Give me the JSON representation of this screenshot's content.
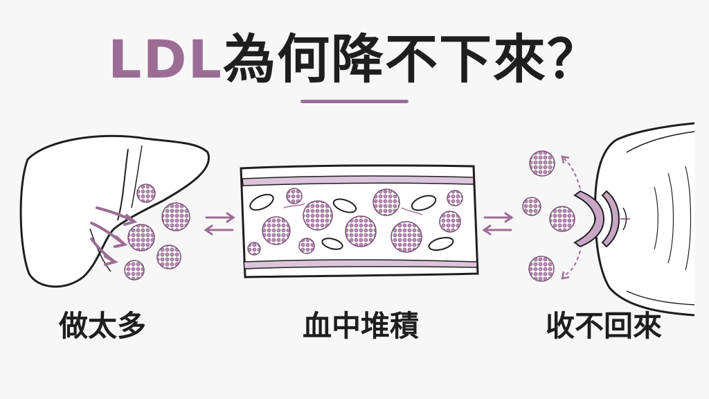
{
  "title": {
    "accent": "LDL",
    "rest": "為何降不下來？"
  },
  "stages": [
    {
      "caption": "做太多",
      "icon": "liver-icon"
    },
    {
      "caption": "血中堆積",
      "icon": "blood-vessel-icon"
    },
    {
      "caption": "收不回來",
      "icon": "cell-receptor-icon"
    }
  ],
  "colors": {
    "accent": "#9b6d95",
    "particle": "#c9a6c6",
    "ink": "#1e1e1e"
  }
}
